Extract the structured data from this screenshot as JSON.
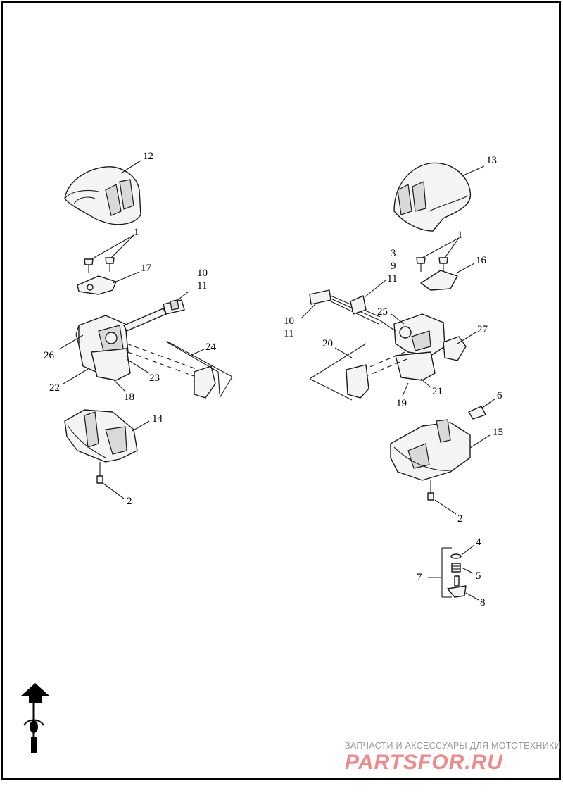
{
  "labels": {
    "l12": "12",
    "l13": "13",
    "l1_left": "1",
    "l1_right": "1",
    "l17": "17",
    "l16": "16",
    "l10_left": "10",
    "l11_left": "11",
    "l3": "3",
    "l9": "9",
    "l11_right_top": "11",
    "l10_right": "10",
    "l11_right": "11",
    "l25": "25",
    "l27": "27",
    "l26": "26",
    "l24": "24",
    "l23": "23",
    "l22": "22",
    "l18": "18",
    "l20": "20",
    "l21": "21",
    "l19": "19",
    "l6": "6",
    "l14": "14",
    "l15": "15",
    "l2_left": "2",
    "l2_right": "2",
    "l4": "4",
    "l5": "5",
    "l7": "7",
    "l8": "8"
  },
  "watermark": {
    "tagline": "ЗАПЧАСТИ И АКСЕССУАРЫ ДЛЯ МОТОТЕХНИКИ",
    "logo": "PARTSFOR.RU"
  },
  "icons": {
    "orientation": "front-arrow-icon",
    "motorcycle": "motorcycle-front-icon"
  }
}
